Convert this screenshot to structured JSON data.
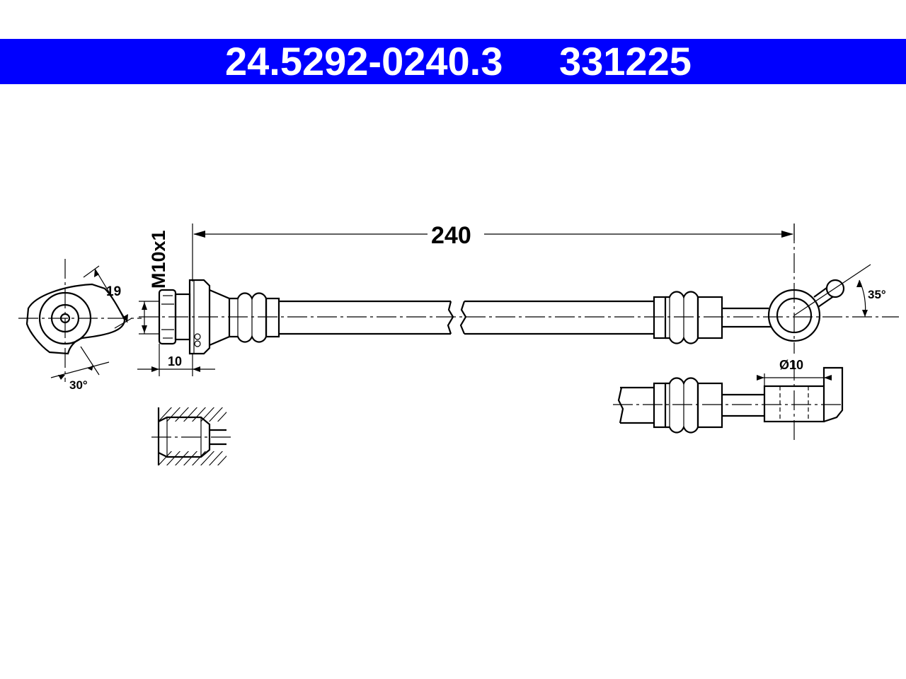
{
  "header": {
    "part_number": "24.5292-0240.3",
    "reference_number": "331225",
    "background_color": "#0000ff",
    "text_color": "#ffffff"
  },
  "dimensions": {
    "length": "240",
    "thread": "M10x1",
    "width_across": "19",
    "fitting_depth": "10",
    "angle_left": "30°",
    "angle_right": "35°",
    "banjo_diameter": "Ø10"
  }
}
